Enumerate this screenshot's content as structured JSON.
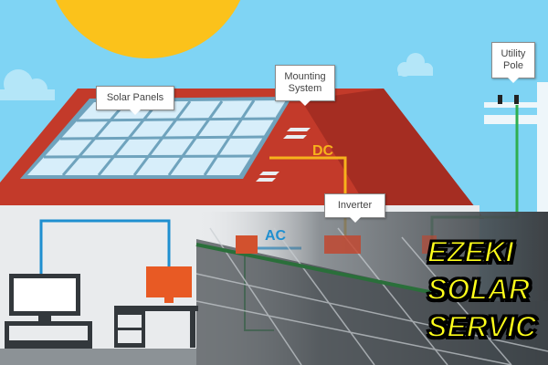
{
  "labels": {
    "solar_panels": "Solar Panels",
    "mounting_system": "Mounting System",
    "utility_pole": "Utility Pole",
    "inverter": "Inverter",
    "dc": "DC",
    "ac": "AC"
  },
  "brand": {
    "line1": "EZEKI",
    "line2": "SOLAR",
    "line3": "SERVIC"
  },
  "colors": {
    "sky": "#7fd4f4",
    "sun": "#fbc21b",
    "roof": "#c33a2a",
    "roof_dark": "#a52d22",
    "dc_wire": "#f7b21c",
    "ac_wire": "#1f8fd0",
    "grid_wire": "#2fae4f",
    "brand_text": "#ffff1a"
  }
}
